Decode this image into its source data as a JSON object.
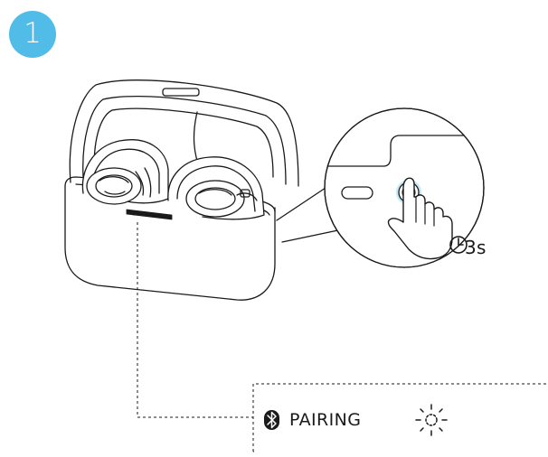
{
  "step": {
    "number": "1",
    "badge_color": "#52bce8"
  },
  "press": {
    "duration": "3s",
    "icon": "clock-icon",
    "button_glow_color": "#52bce8"
  },
  "status": {
    "label": "PAIRING",
    "bluetooth_icon": "bluetooth-icon",
    "indicator_icon": "light-flashing-icon"
  },
  "colors": {
    "line": "#1a1a1a"
  }
}
